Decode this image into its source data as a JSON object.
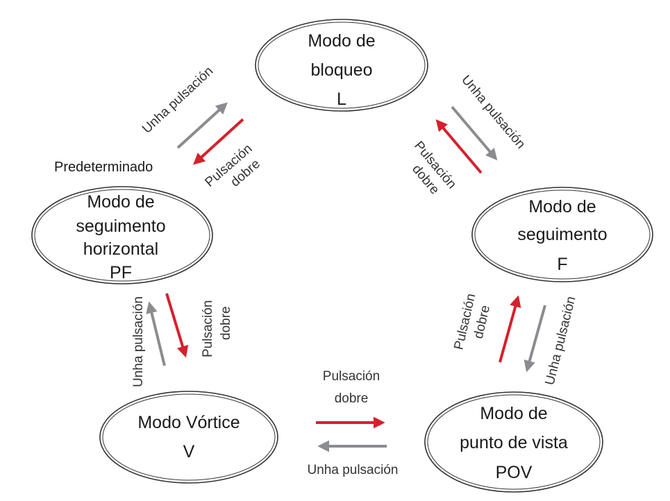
{
  "colors": {
    "single_tap_arrow": "#8a8c8f",
    "double_tap_arrow": "#d6202c",
    "node_outline": "#333333"
  },
  "nodes": {
    "lock": {
      "lines": [
        "Modo de",
        "bloqueo",
        "L"
      ]
    },
    "follow": {
      "lines": [
        "Modo de",
        "seguimento",
        "F"
      ]
    },
    "pov": {
      "lines": [
        "Modo de",
        "punto de vista",
        "POV"
      ]
    },
    "vortex": {
      "lines": [
        "Modo Vórtice",
        "V"
      ]
    },
    "pan_follow": {
      "lines": [
        "Modo de",
        "seguimento",
        "horizontal",
        "PF"
      ]
    }
  },
  "labels": {
    "default": "Predeterminado",
    "single_tap": "Unha pulsación",
    "double_tap_line1": "Pulsación",
    "double_tap_line2": "dobre"
  }
}
